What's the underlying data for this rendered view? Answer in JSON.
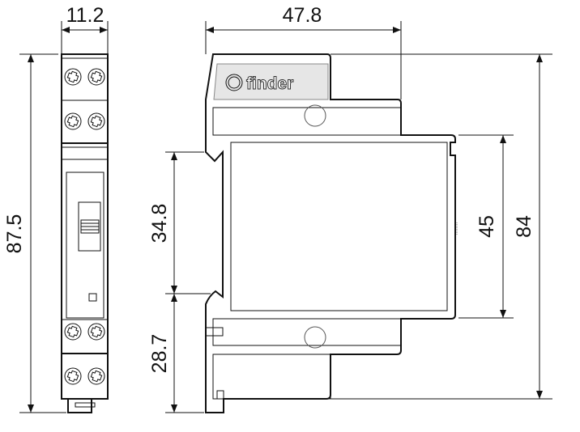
{
  "dimensions": {
    "front_width": "11.2",
    "front_height": "87.5",
    "side_depth": "47.8",
    "rail_height": "34.8",
    "rail_to_bottom": "28.7",
    "rail_width": "45",
    "side_height": "84"
  },
  "brand": "finder",
  "colors": {
    "line": "#111111",
    "background": "#ffffff",
    "logo_panel": "#e6e6e6"
  }
}
